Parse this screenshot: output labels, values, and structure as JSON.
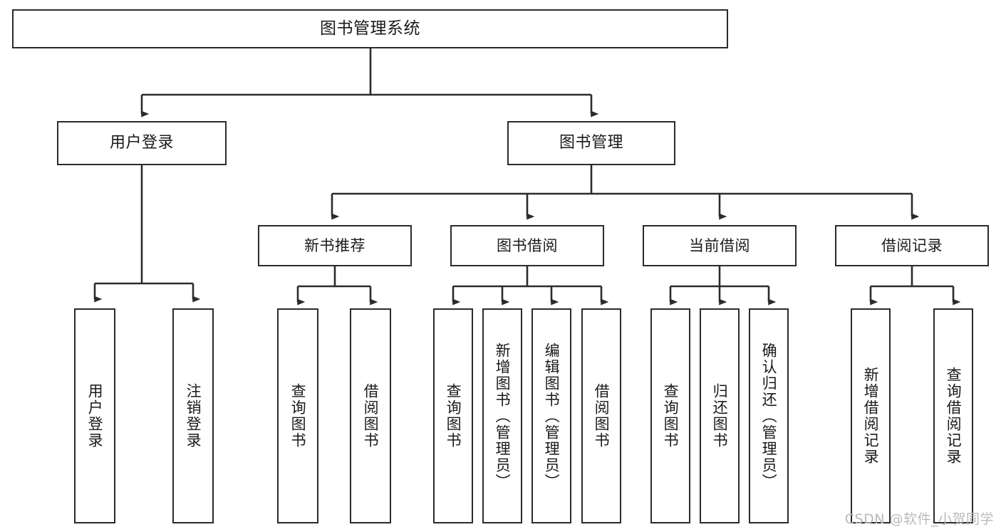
{
  "diagram": {
    "title": "图书管理系统",
    "type": "tree-hierarchy-chart",
    "watermark": "CSDN @软件_小贺同学",
    "colors": {
      "box_border": "#2b2b2b",
      "box_fill": "#ffffff",
      "connector": "#2b2b2b",
      "text": "#1a1a1a",
      "watermark": "#b9b9b9"
    },
    "root": {
      "label": "图书管理系统"
    },
    "level2": [
      {
        "label": "用户登录"
      },
      {
        "label": "图书管理"
      }
    ],
    "level3": [
      {
        "label": "新书推荐"
      },
      {
        "label": "图书借阅"
      },
      {
        "label": "当前借阅"
      },
      {
        "label": "借阅记录"
      }
    ],
    "leaves": {
      "user_login": [
        {
          "label": "用户登录"
        },
        {
          "label": "注销登录"
        }
      ],
      "new_book_recommend": [
        {
          "label": "查询图书"
        },
        {
          "label": "借阅图书"
        }
      ],
      "book_borrow": [
        {
          "label": "查询图书"
        },
        {
          "label": "新增图书（管理员）"
        },
        {
          "label": "编辑图书（管理员）"
        },
        {
          "label": "借阅图书"
        }
      ],
      "current_borrow": [
        {
          "label": "查询图书"
        },
        {
          "label": "归还图书"
        },
        {
          "label": "确认归还（管理员）"
        }
      ],
      "borrow_record": [
        {
          "label": "新增借阅记录"
        },
        {
          "label": "查询借阅记录"
        }
      ]
    }
  }
}
